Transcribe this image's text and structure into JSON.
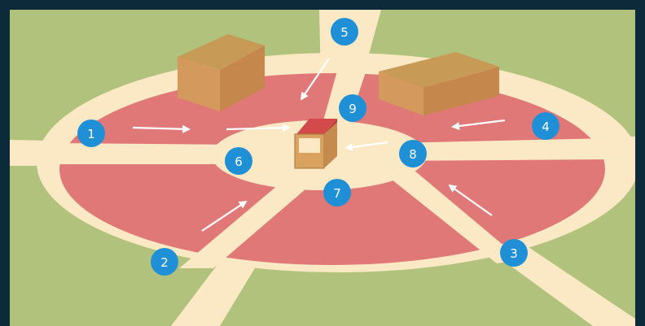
{
  "colors": {
    "frame": "#0d2a3a",
    "grass": "#b0c27c",
    "path": "#fbe8c4",
    "zone": "#e07878",
    "badge": "#1f8fd6",
    "badge_text": "#ffffff",
    "arrow": "#ffffff",
    "building_top": "#c79a55",
    "building_front": "#d59a5a",
    "building_side": "#c98a4e",
    "kiosk_roof": "#d24a4a",
    "kiosk_body": "#d9a35f"
  },
  "markers": [
    {
      "id": "1",
      "label": "1"
    },
    {
      "id": "2",
      "label": "2"
    },
    {
      "id": "3",
      "label": "3"
    },
    {
      "id": "4",
      "label": "4"
    },
    {
      "id": "5",
      "label": "5"
    },
    {
      "id": "6",
      "label": "6"
    },
    {
      "id": "7",
      "label": "7"
    },
    {
      "id": "8",
      "label": "8"
    },
    {
      "id": "9",
      "label": "9"
    }
  ],
  "icons": {
    "building_left": "building-icon",
    "building_right": "building-icon",
    "kiosk": "kiosk-icon",
    "arrow": "arrow-icon"
  }
}
